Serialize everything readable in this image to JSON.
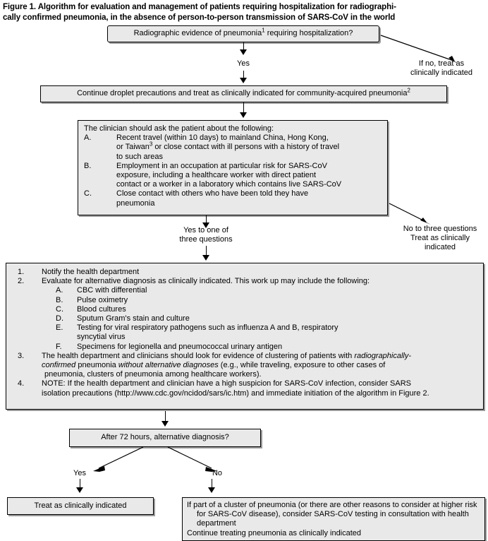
{
  "figure": {
    "title_line1": "Figure 1. Algorithm for evaluation and management of patients requiring hospitalization for radiographi-",
    "title_line2": "cally confirmed pneumonia, in the absence of person-to-person transmission of SARS-CoV in the world"
  },
  "colors": {
    "box_fill": "#e9e9e9",
    "box_border": "#000000",
    "shadow": "#9a9a9a",
    "page_background": "#ffffff"
  },
  "nodes": {
    "radiographic_evidence": {
      "text_before_sup": "Radiographic evidence of pneumonia",
      "sup": "1",
      "text_after_sup": " requiring hospitalization?"
    },
    "droplet_precautions": {
      "text_before_sup": "Continue droplet precautions and treat as clinically indicated for community-acquired pneumonia",
      "sup": "2",
      "text_after_sup": ""
    },
    "clinician_questions": {
      "heading": "The clinician should ask the patient about the following:",
      "items": [
        {
          "marker": "A.",
          "line1_before_sup": "Recent travel (within 10 days) to mainland China, Hong Kong,",
          "line2_a": "or Taiwan",
          "sup": "3",
          "line2_b": " or close contact with ill persons with a history of travel",
          "line3": "to such areas"
        },
        {
          "marker": "B.",
          "line1": "Employment in an occupation at particular risk for SARS-CoV",
          "line2": "exposure, including a healthcare worker with direct patient",
          "line3": "contact or a worker in a laboratory which contains live SARS-CoV"
        },
        {
          "marker": "C.",
          "line1": "Close contact with others who have been told they have",
          "line2": "pneumonia"
        }
      ]
    },
    "workup": {
      "item1": {
        "marker": "1.",
        "text": "Notify the health department"
      },
      "item2": {
        "marker": "2.",
        "text": "Evaluate for alternative diagnosis as clinically indicated.  This work up may include the following:",
        "subitems": [
          {
            "marker": "A.",
            "text": "CBC with differential"
          },
          {
            "marker": "B.",
            "text": "Pulse oximetry"
          },
          {
            "marker": "C.",
            "text": "Blood cultures"
          },
          {
            "marker": "D.",
            "text": "Sputum Gram's stain and culture"
          },
          {
            "marker": "E.",
            "line1": "Testing for viral respiratory pathogens such as influenza A and B, respiratory",
            "line2": "syncytial virus"
          },
          {
            "marker": "F.",
            "text": "Specimens for legionella and pneumococcal urinary antigen"
          }
        ]
      },
      "item3": {
        "marker": "3.",
        "seg1": "The health department and clinicians should look for evidence of clustering of patients with ",
        "em1": "radiographically-",
        "em2": "confirmed",
        "seg2": " pneumonia ",
        "em3": "without alternative diagnoses",
        "seg3": " (e.g., while traveling, exposure to other cases of",
        "seg4": "pneumonia, clusters of pneumonia among healthcare workers)."
      },
      "item4": {
        "marker": "4.",
        "line1": "NOTE:  If the health department and clinician have a high suspicion for SARS-CoV infection, consider SARS",
        "line2": "isolation precautions (http://www.cdc.gov/ncidod/sars/ic.htm) and immediate initiation of the algorithm in Figure 2."
      }
    },
    "after_72_hours": {
      "text": "After 72 hours, alternative  diagnosis?"
    },
    "treat_clinically": {
      "text": "Treat as clinically indicated"
    },
    "cluster_box": {
      "line1": "If part of a cluster of pneumonia (or there are other reasons to",
      "line2": "consider at higher risk for SARS-CoV disease), consider SARS-CoV",
      "line3": "testing in consultation with health department",
      "line4": "Continue treating pneumonia as clinically indicated"
    }
  },
  "edges": {
    "yes_top": "Yes",
    "if_no_treat": "If no, treat as\nclinically indicated",
    "yes_one_of_three": "Yes to one of\nthree questions",
    "no_three_questions": "No to three questions\nTreat as clinically\nindicated",
    "yes_bottom": "Yes",
    "no_bottom": "No"
  }
}
